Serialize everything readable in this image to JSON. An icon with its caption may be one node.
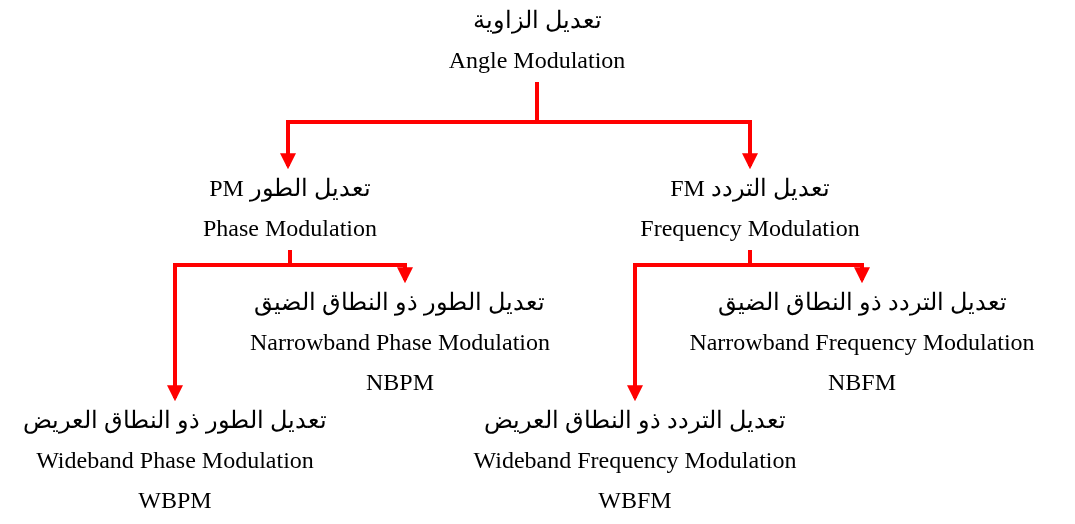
{
  "diagram": {
    "nodes": [
      {
        "text": [
          "تعديل الزاوية",
          "Angle Modulation"
        ]
      },
      {
        "text": [
          "تعديل الطور PM",
          "Phase Modulation"
        ]
      },
      {
        "text": [
          "تعديل التردد FM",
          "Frequency Modulation"
        ]
      },
      {
        "text": [
          "تعديل الطور ذو النطاق الضيق",
          "Narrowband Phase Modulation",
          "NBPM"
        ]
      },
      {
        "text": [
          "تعديل التردد ذو النطاق الضيق",
          "Narrowband Frequency Modulation",
          "NBFM"
        ]
      },
      {
        "text": [
          "تعديل الطور ذو النطاق العريض",
          "Wideband Phase Modulation",
          "WBPM"
        ]
      },
      {
        "text": [
          "تعديل التردد ذو النطاق العريض",
          "Wideband Frequency Modulation",
          "WBFM"
        ]
      }
    ],
    "edges": [
      {
        "from": 0,
        "to": 1,
        "arrow": "to"
      },
      {
        "from": 0,
        "to": 2,
        "arrow": "to"
      },
      {
        "from": 1,
        "to": 3,
        "arrow": "to"
      },
      {
        "from": 1,
        "to": 5,
        "arrow": "to"
      },
      {
        "from": 2,
        "to": 4,
        "arrow": "to"
      },
      {
        "from": 2,
        "to": 6,
        "arrow": "to"
      }
    ]
  }
}
